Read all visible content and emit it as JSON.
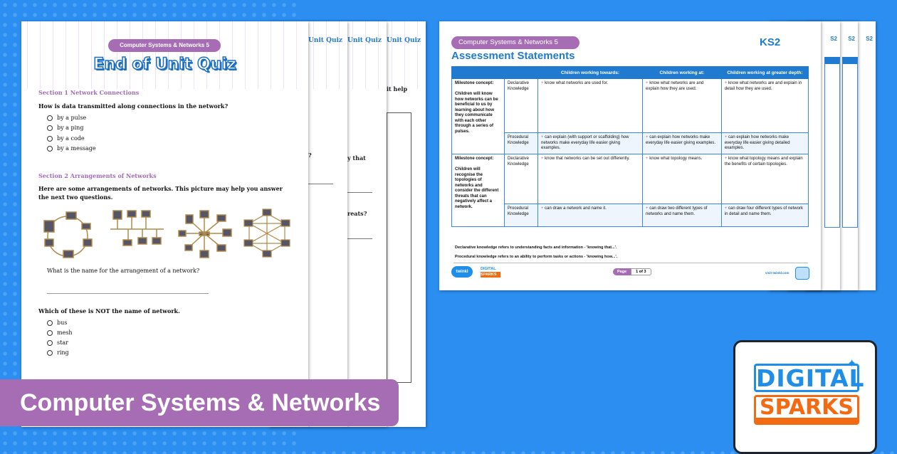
{
  "banner": {
    "title": "Computer Systems & Networks"
  },
  "quiz": {
    "unit_pill": "Computer Systems & Networks 5",
    "title": "End of Unit Quiz",
    "back_page_fragments": {
      "header": "Unit Quiz",
      "p1_a": "?",
      "p2_a": "y that",
      "p2_b": "reats?",
      "p3_a": "it help"
    },
    "section1": "Section 1 Network Connections",
    "q1": "How is data transmitted along connections in the network?",
    "q1_options": [
      "by a pulse",
      "by a ping",
      "by a code",
      "by a message"
    ],
    "section2": "Section 2 Arrangements of Networks",
    "intro": "Here are some  arrangements of networks. This picture may help you answer the next two questions.",
    "q2": "What is the name for the arrangement of a network?",
    "q3": "Which of these is NOT the name of network.",
    "q3_options": [
      "bus",
      "mesh",
      "star",
      "ring"
    ],
    "diagram_icons": [
      "ring-network-diagram",
      "bus-network-diagram",
      "star-network-diagram",
      "mesh-network-diagram"
    ]
  },
  "assessment": {
    "unit_pill": "Computer Systems & Networks 5",
    "key_stage": "KS2",
    "back_page_label": "S2",
    "title": "Assessment Statements",
    "columns": [
      "",
      "",
      "Children working towards:",
      "Children working at:",
      "Children working at greater depth:"
    ],
    "rows": [
      {
        "concept_label": "Milestone concept:",
        "concept": "Children will know how networks can be beneficial to us by learning about how they communicate with each other through a series of pulses.",
        "declarative": {
          "label": "Declarative Knowledge",
          "cells": [
            "know what networks are used for.",
            "know what networks are and explain how they are used.",
            "know what networks are and explain in detail how they are used."
          ]
        },
        "procedural": {
          "label": "Procedural Knowledge",
          "cells": [
            "can explain (with support or scaffolding) how networks make everyday life easier giving examples.",
            "can explain how networks make everyday life easier giving examples.",
            "can explain how networks make everyday life easier giving detailed examples."
          ]
        }
      },
      {
        "concept_label": "Milestone concept:",
        "concept": "Children will recognise the topologies of networks and consider the different threats that can negatively affect a network.",
        "declarative": {
          "label": "Declarative Knowledge",
          "cells": [
            "know that networks can be set out differently.",
            "know what topology means.",
            "know what topology means and explain the benefits of certain topologies."
          ]
        },
        "procedural": {
          "label": "Procedural Knowledge",
          "cells": [
            "can draw a network and name it.",
            "can draw two different types of networks and name them.",
            "can draw four different types of network in detail and name them."
          ]
        }
      }
    ],
    "notes": [
      "Declarative knowledge refers to understanding facts and information - 'knowing that...'.",
      "Procedural knowledge refers to an ability to perform tasks or actions - 'knowing how...'."
    ],
    "footer": {
      "twinkl": "twinkl",
      "page_label": "Page",
      "page_value": "1 of 3",
      "visit": "visit twinkl.com",
      "ds_top": "DIGITAL",
      "ds_bottom": "SPARKS"
    }
  },
  "logo": {
    "top": "DIGITAL",
    "bottom": "SPARKS",
    "colors": {
      "blue": "#1f8ee8",
      "orange": "#f26a12"
    }
  },
  "colors": {
    "background": "#2b8ef0",
    "purple": "#a66cb4",
    "blue": "#1f7ad0"
  }
}
